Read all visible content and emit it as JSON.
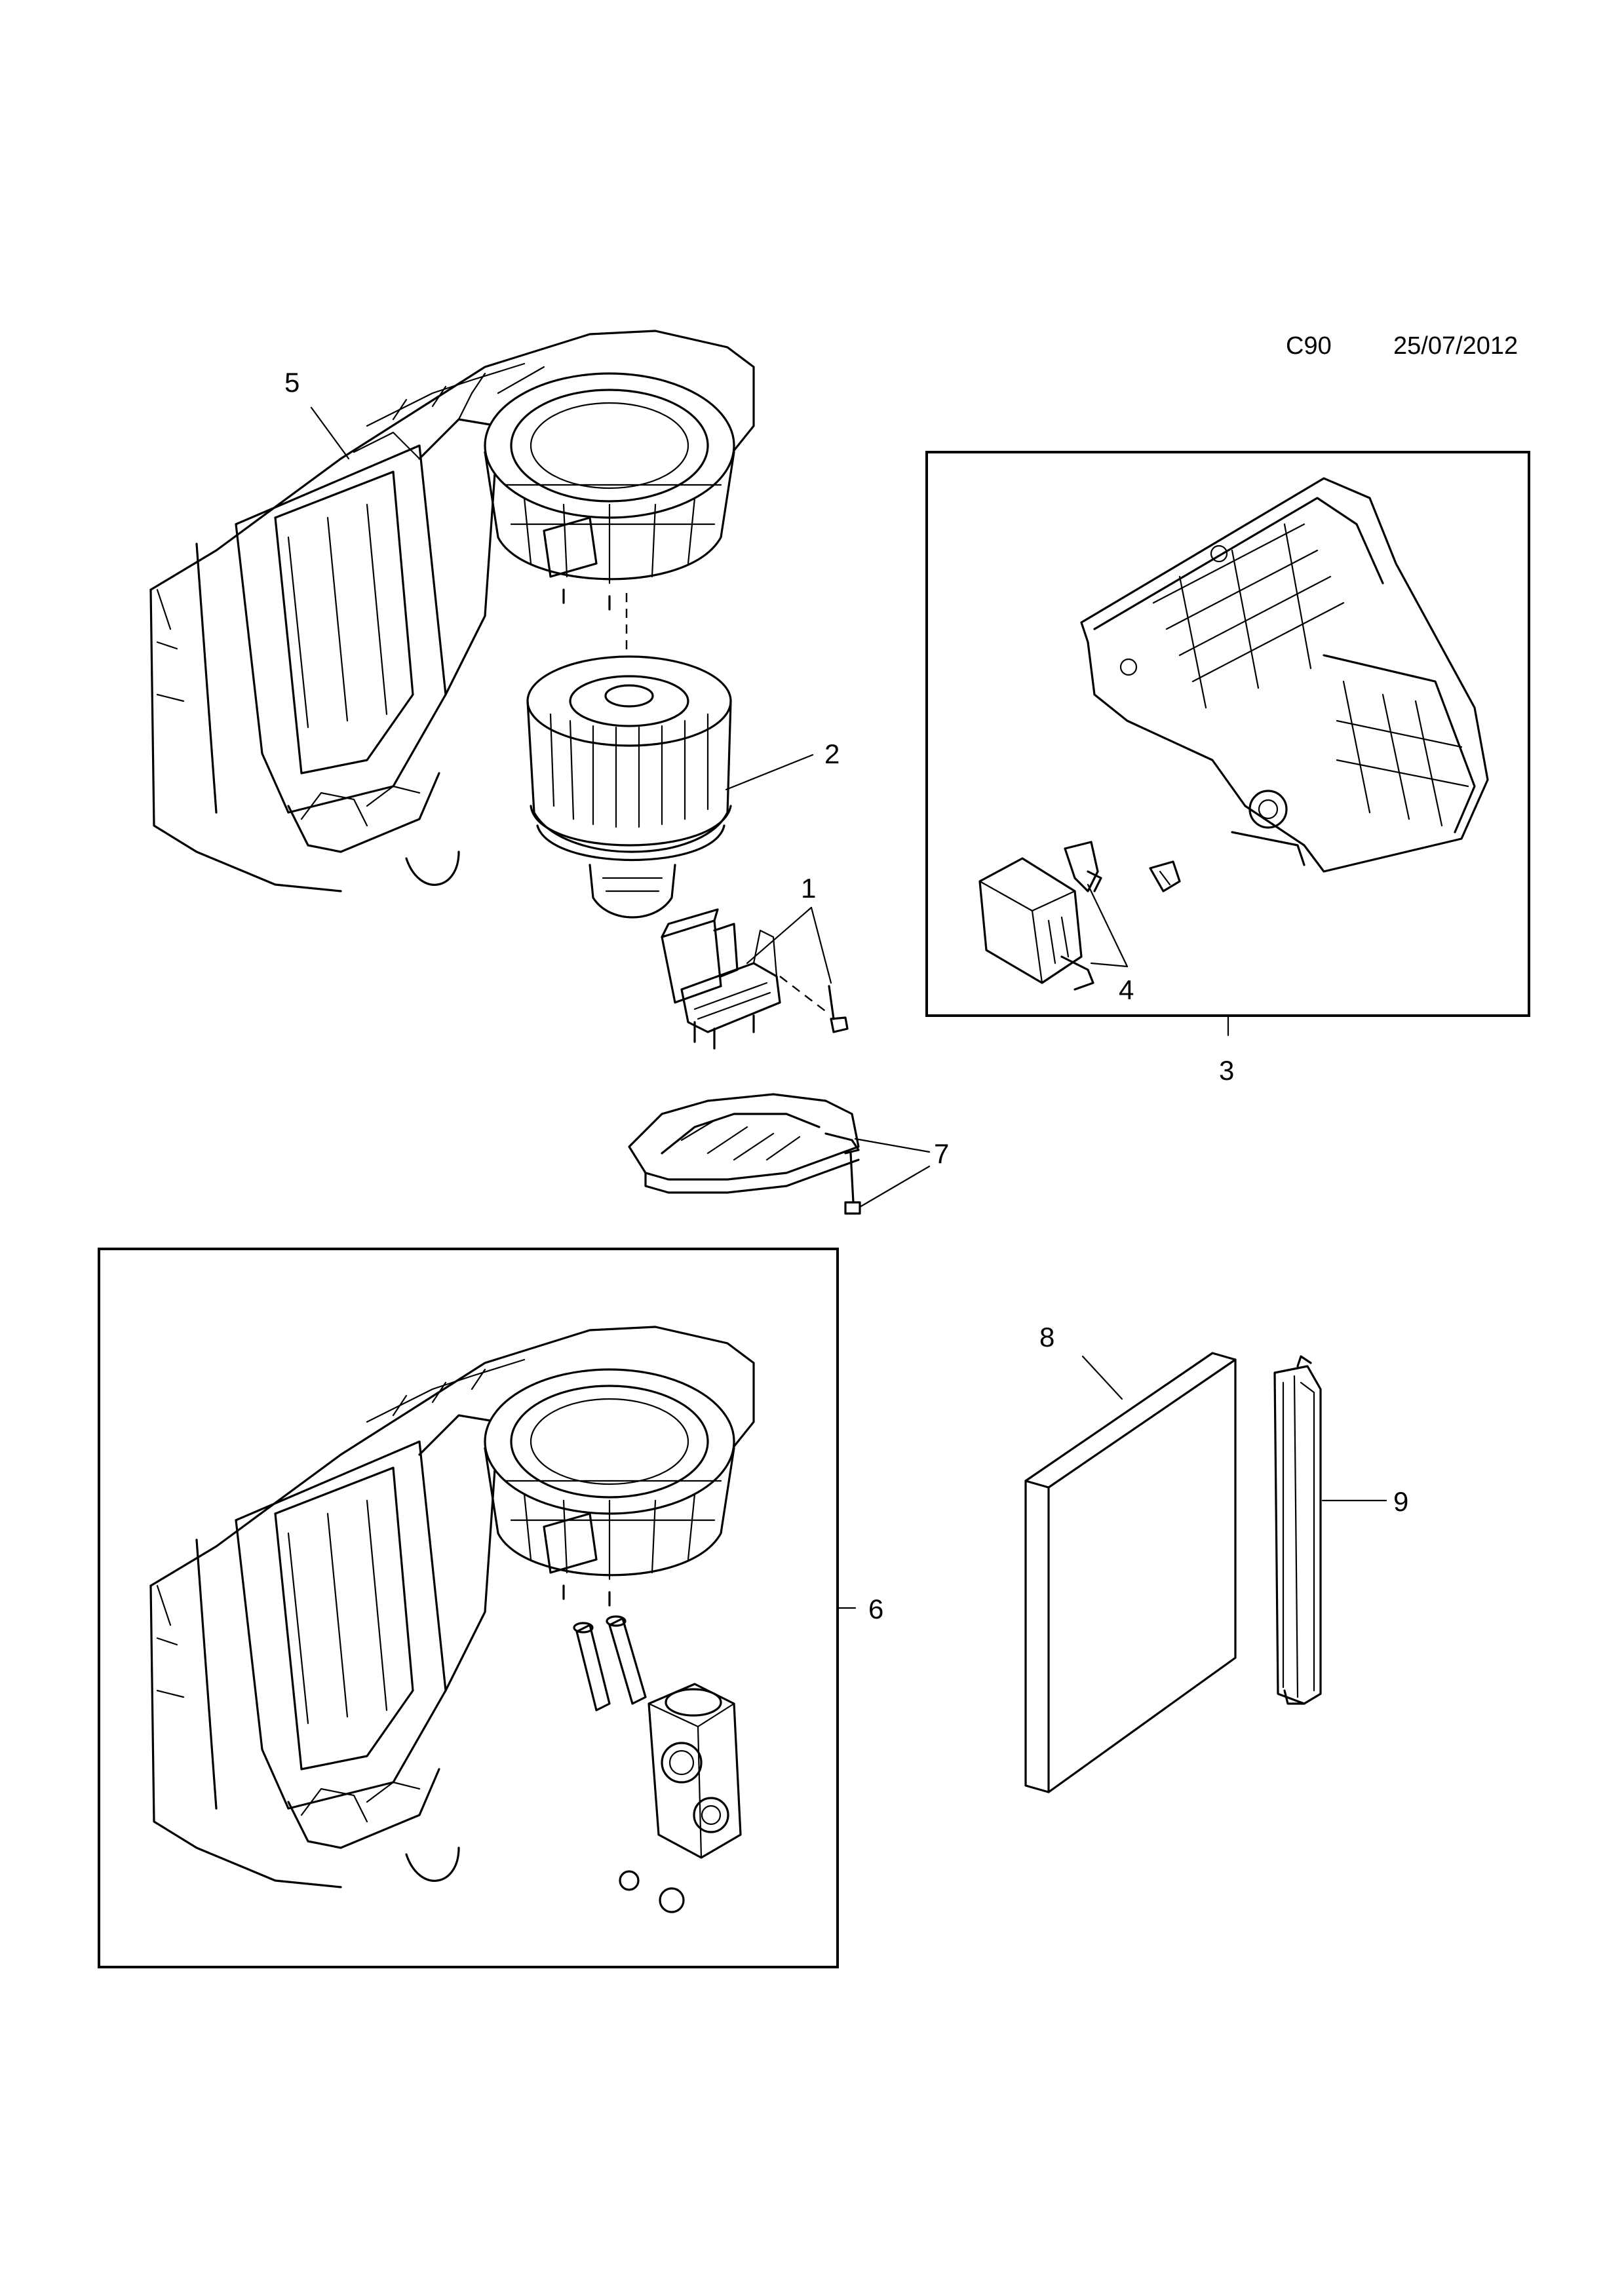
{
  "header": {
    "code": "C90",
    "date": "25/07/2012"
  },
  "callouts": [
    "1",
    "2",
    "3",
    "4",
    "5",
    "6",
    "7",
    "8",
    "9"
  ],
  "icons": {
    "heater_housing": "hvac-housing-icon",
    "blower_motor": "blower-motor-icon",
    "resistor": "blower-resistor-icon",
    "actuator_assembly": "flap-actuator-icon",
    "cover": "housing-cover-icon",
    "expansion_valve": "expansion-valve-icon",
    "pollen_filter": "pollen-filter-icon",
    "filter_frame": "filter-frame-icon"
  }
}
